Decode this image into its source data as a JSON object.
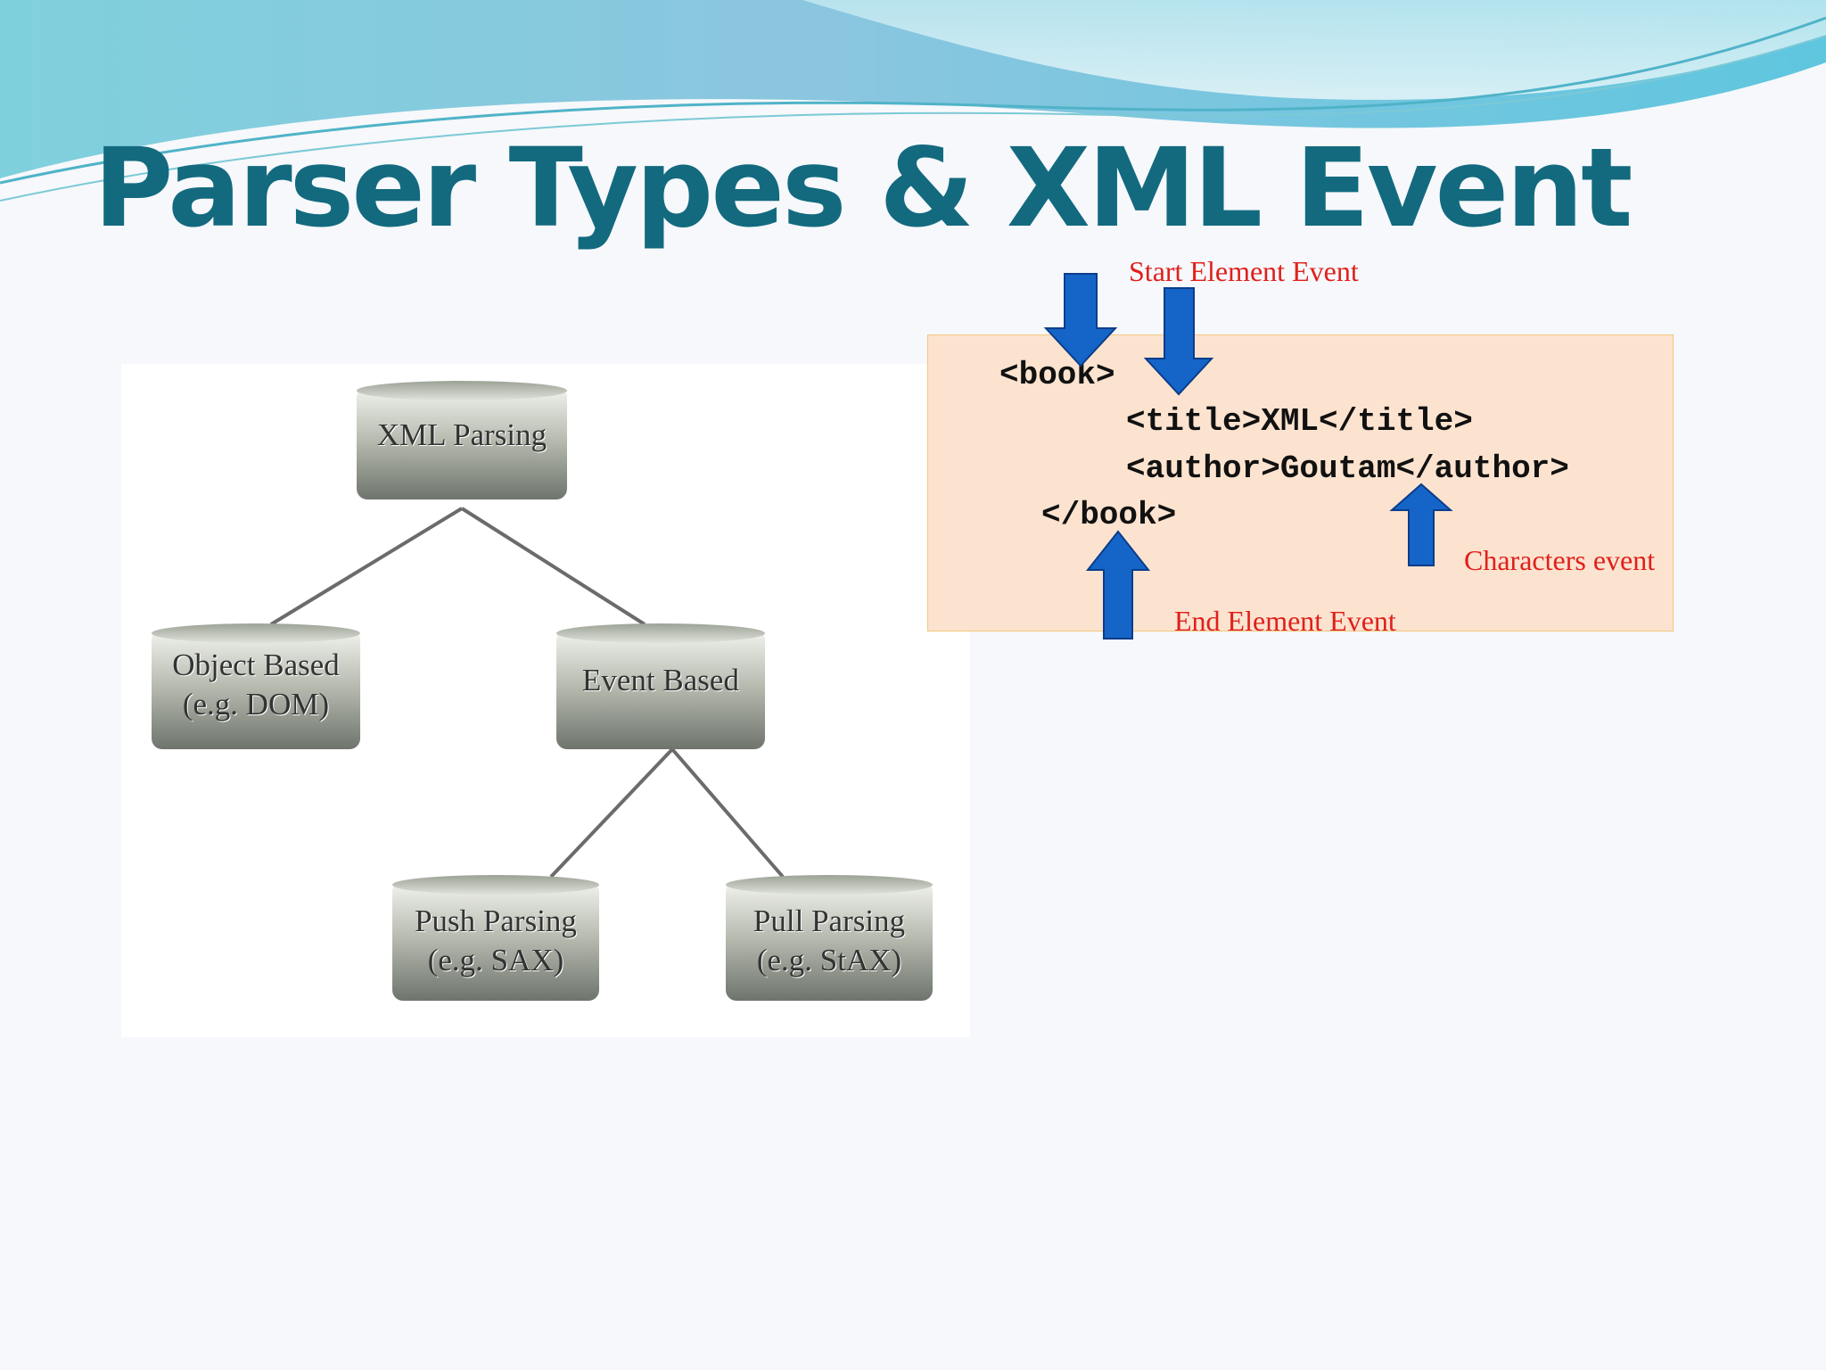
{
  "slide": {
    "title": "Parser Types & XML Event",
    "accent_color": "#136a7f",
    "event_label_color": "#e0201c",
    "arrow_color": "#1565c8"
  },
  "tree": {
    "root": {
      "label": "XML Parsing"
    },
    "object_based": {
      "line1": "Object Based",
      "line2": "(e.g. DOM)"
    },
    "event_based": {
      "label": "Event Based"
    },
    "push_parsing": {
      "line1": "Push Parsing",
      "line2": "(e.g. SAX)"
    },
    "pull_parsing": {
      "line1": "Pull Parsing",
      "line2": "(e.g. StAX)"
    }
  },
  "xml_example": {
    "lines": [
      "<book>",
      "<title>XML</title>",
      "<author>Goutam</author>",
      "</book>"
    ]
  },
  "events": {
    "start_element": "Start Element Event",
    "end_element": "End Element Event",
    "characters": "Characters event"
  }
}
